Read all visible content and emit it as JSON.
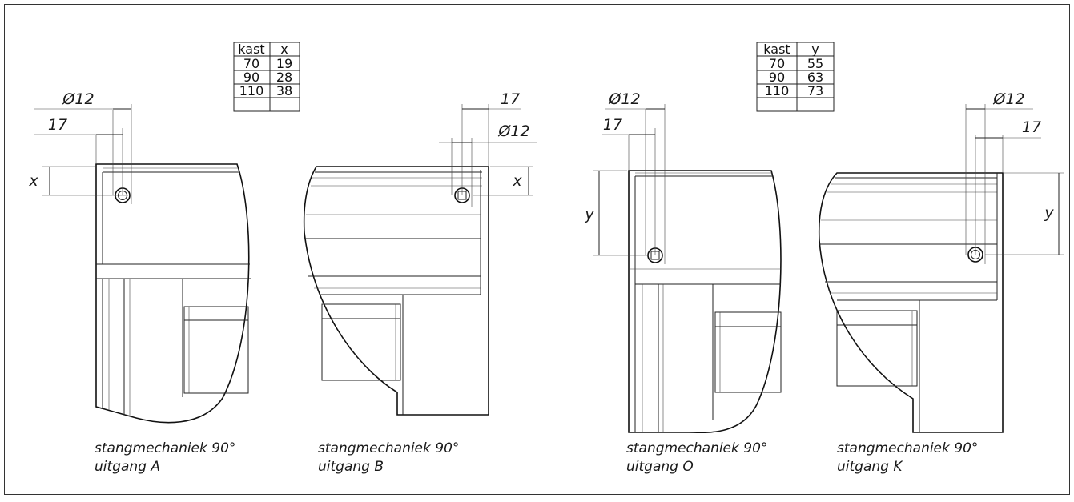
{
  "tables": {
    "left": {
      "headers": [
        "kast",
        "x"
      ],
      "rows": [
        [
          "70",
          "19"
        ],
        [
          "90",
          "28"
        ],
        [
          "110",
          "38"
        ]
      ]
    },
    "right": {
      "headers": [
        "kast",
        "y"
      ],
      "rows": [
        [
          "70",
          "55"
        ],
        [
          "90",
          "63"
        ],
        [
          "110",
          "73"
        ]
      ]
    }
  },
  "dimensions": {
    "diameter": "Ø12",
    "offset": "17",
    "x": "x",
    "y": "y"
  },
  "captions": {
    "a": {
      "line1": "stangmechaniek 90°",
      "line2": "uitgang A"
    },
    "b": {
      "line1": "stangmechaniek 90°",
      "line2": "uitgang B"
    },
    "o": {
      "line1": "stangmechaniek 90°",
      "line2": "uitgang O"
    },
    "k": {
      "line1": "stangmechaniek 90°",
      "line2": "uitgang K"
    }
  }
}
